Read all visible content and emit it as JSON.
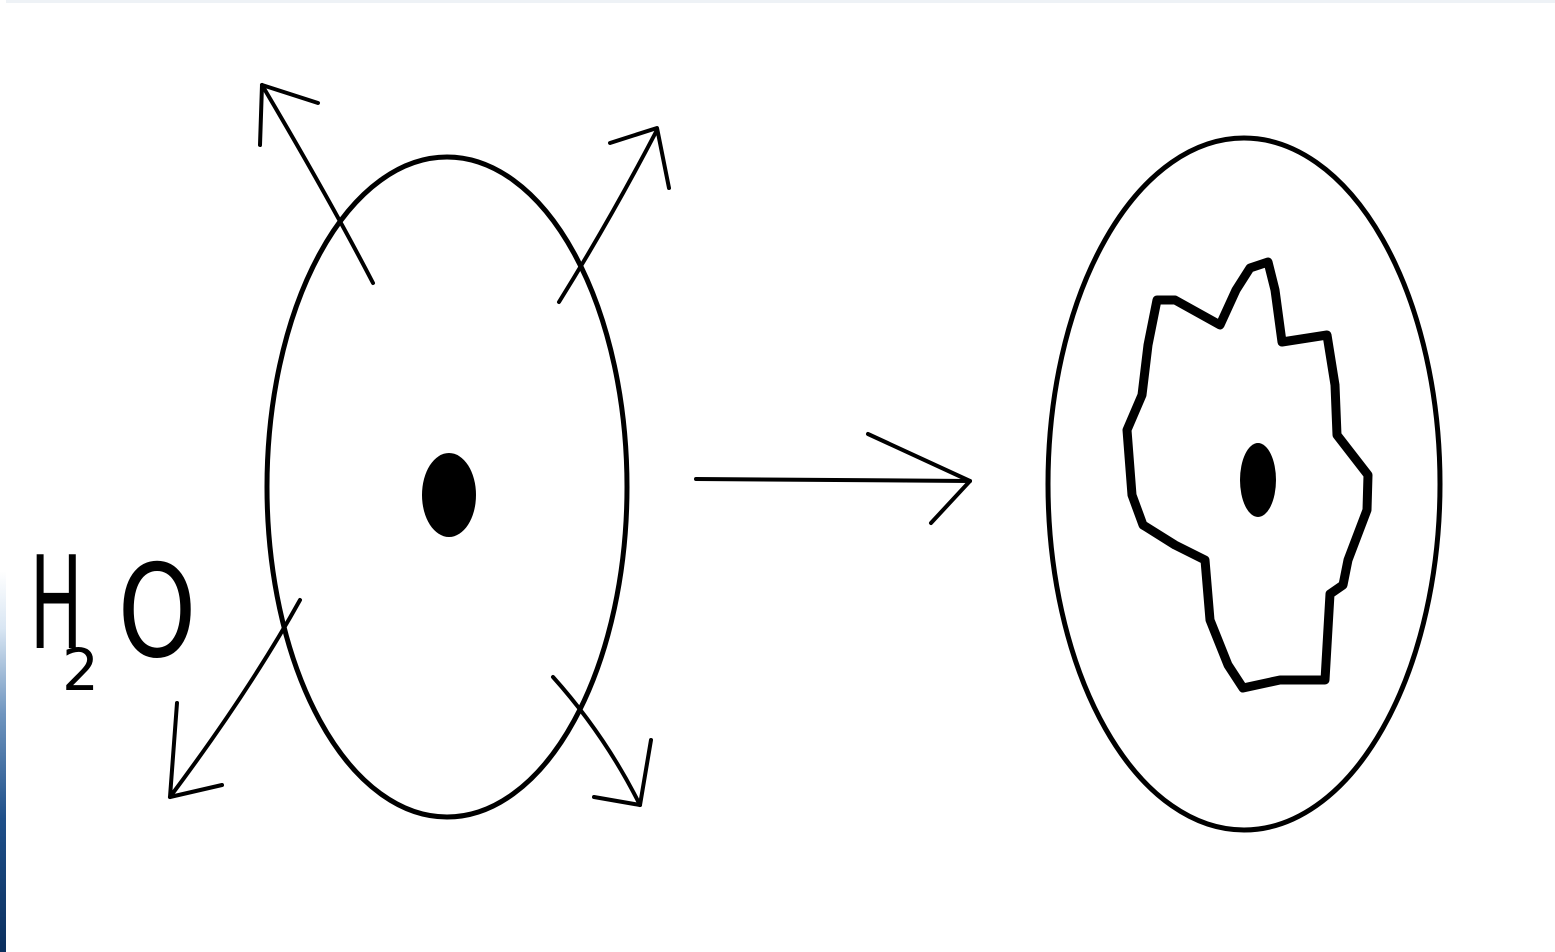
{
  "diagram": {
    "label": {
      "main": "H",
      "subscript": "2",
      "trailing": "O"
    },
    "colors": {
      "ink": "#000000",
      "background": "#ffffff"
    }
  }
}
